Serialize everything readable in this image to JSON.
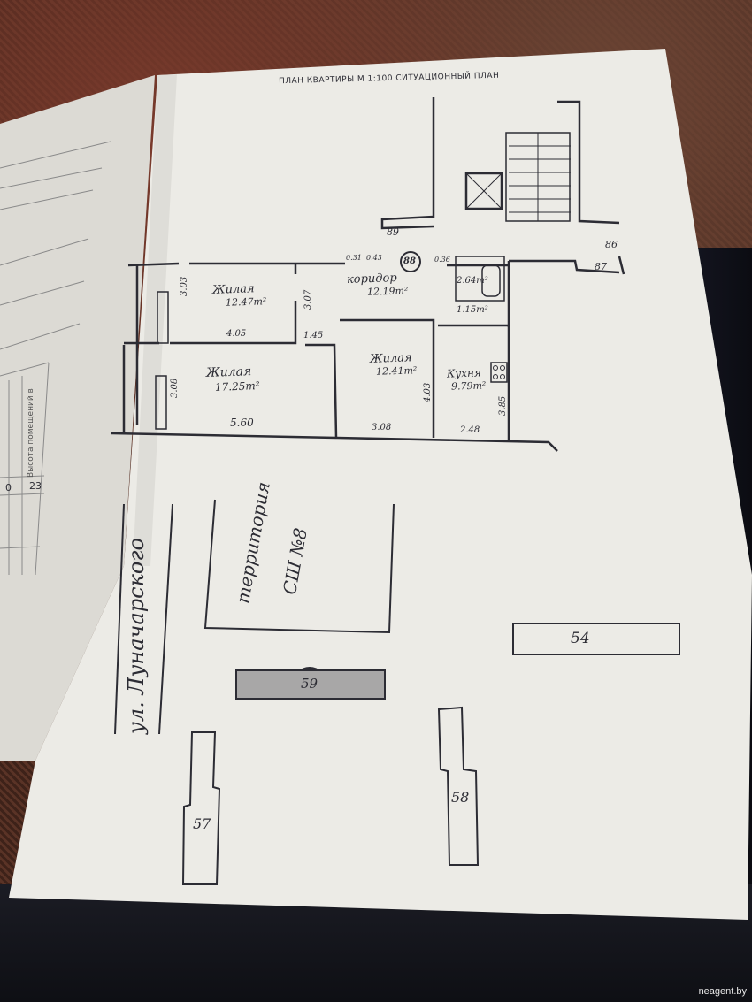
{
  "document": {
    "header": "ПЛАН КВАРТИРЫ М 1:100 СИТУАЦИОННЫЙ ПЛАН",
    "rooms": [
      {
        "name": "Жилая",
        "area": "12.47m²"
      },
      {
        "name": "коридор",
        "area": "12.19m²"
      },
      {
        "name": "Жилая",
        "area": "17.25m²"
      },
      {
        "name": "Жилая",
        "area": "12.41m²"
      },
      {
        "name": "Кухня",
        "area": "9.79m²"
      },
      {
        "name": "",
        "area": "2.64m²"
      },
      {
        "name": "",
        "area": "1.15m²"
      }
    ],
    "small_areas": [
      "0.31",
      "0.43",
      "0.36"
    ],
    "circle_labels": [
      "88",
      "59"
    ],
    "dimensions": {
      "d_89": "89",
      "d_86": "86",
      "d_87": "87",
      "d_303": "3.03",
      "d_307": "3.07",
      "d_405": "4.05",
      "d_145": "1.45",
      "d_308v": "3.08",
      "d_560": "5.60",
      "d_403": "4.03",
      "d_308h": "3.08",
      "d_248": "2.48",
      "d_385": "3.85"
    },
    "site_plan": {
      "street": "ул. Луначарского",
      "territory_line1": "территория",
      "territory_line2": "СШ №8",
      "buildings": [
        "54",
        "57",
        "58"
      ]
    },
    "left_page": {
      "cell_a": "0",
      "cell_b": "23",
      "col_text": "Высота помещений в"
    }
  },
  "watermark": "neagent.by"
}
